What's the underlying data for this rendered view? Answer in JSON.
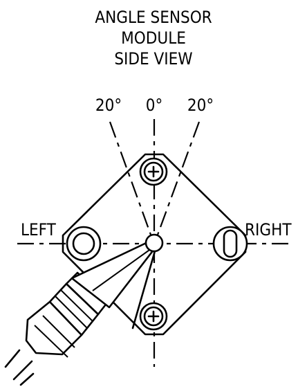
{
  "title_lines": [
    "ANGLE SENSOR",
    "MODULE",
    "SIDE VIEW"
  ],
  "angle_labels": {
    "left": "20°",
    "center": "0°",
    "right": "20°"
  },
  "side_labels": {
    "left": "LEFT",
    "right": "RIGHT"
  },
  "colors": {
    "ink": "#000000",
    "paper": "#ffffff"
  }
}
